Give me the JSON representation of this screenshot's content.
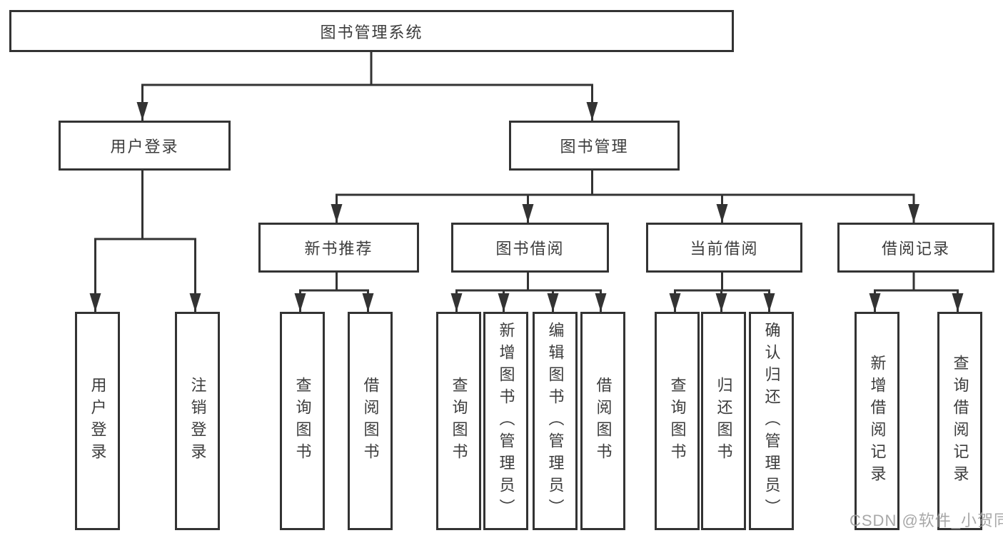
{
  "diagram_title": "图书管理系统",
  "colors": {
    "line": "#333333",
    "text": "#3c3c3c",
    "box_fill": "#ffffff",
    "watermark": "#9e9e9e"
  },
  "nodes": {
    "root": {
      "label": "图书管理系统"
    },
    "user_login": {
      "label": "用户登录"
    },
    "book_management": {
      "label": "图书管理"
    },
    "new_book_recommend": {
      "label": "新书推荐"
    },
    "book_borrowing": {
      "label": "图书借阅"
    },
    "current_borrowing": {
      "label": "当前借阅"
    },
    "borrowing_records": {
      "label": "借阅记录"
    }
  },
  "leaves": {
    "user_login": [
      "用户登录",
      "注销登录"
    ],
    "new_book_recommend": [
      "查询图书",
      "借阅图书"
    ],
    "book_borrowing": [
      "查询图书",
      "新增图书（管理员）",
      "编辑图书（管理员）",
      "借阅图书"
    ],
    "current_borrowing": [
      "查询图书",
      "归还图书",
      "确认归还（管理员）"
    ],
    "borrowing_records": [
      "新增借阅记录",
      "查询借阅记录"
    ]
  },
  "watermark": "CSDN @软件_小贺同学"
}
